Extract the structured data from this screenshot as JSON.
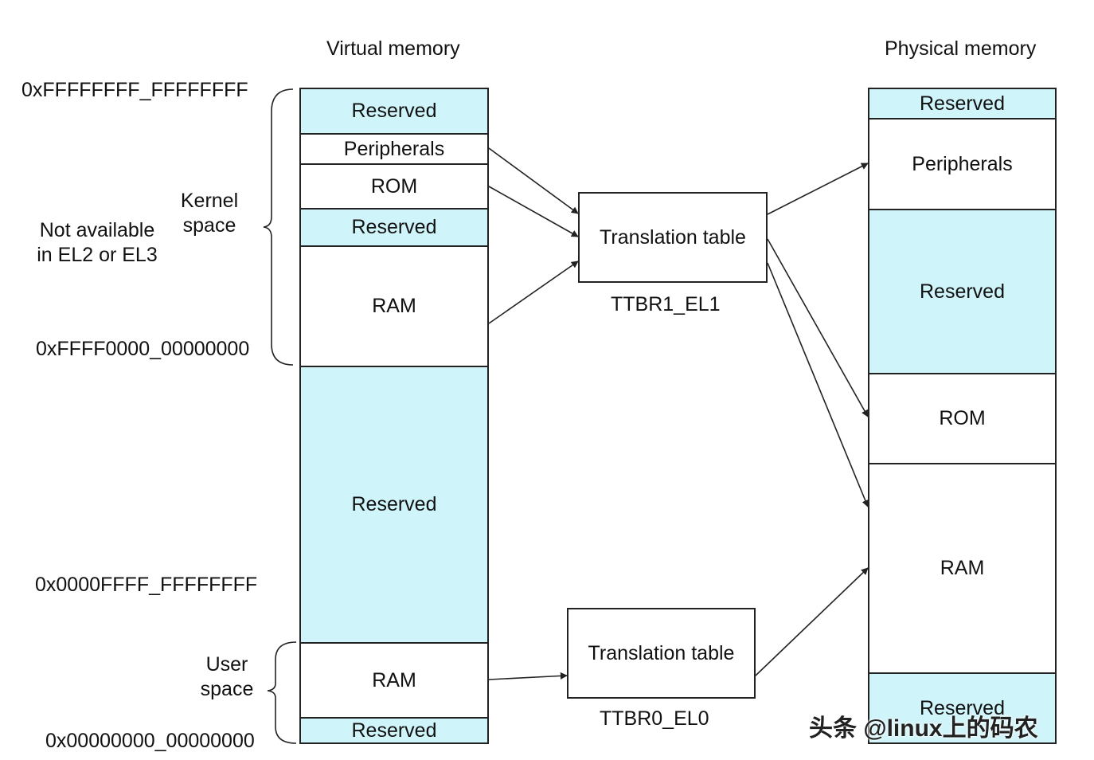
{
  "virtual": {
    "title": "Virtual memory",
    "regions": [
      "Reserved",
      "Peripherals",
      "ROM",
      "Reserved",
      "RAM",
      "Reserved",
      "RAM",
      "Reserved"
    ]
  },
  "physical": {
    "title": "Physical memory",
    "regions": [
      "Reserved",
      "Peripherals",
      "Reserved",
      "ROM",
      "RAM",
      "Reserved"
    ]
  },
  "addresses": {
    "top": "0xFFFFFFFF_FFFFFFFF",
    "kernel_base": "0xFFFF0000_00000000",
    "user_top": "0x0000FFFF_FFFFFFFF",
    "bottom": "0x00000000_00000000"
  },
  "labels": {
    "kernel_line1": "Kernel",
    "kernel_line2": "space",
    "not_available_line1": "Not available",
    "not_available_line2": "in EL2 or EL3",
    "user_line1": "User",
    "user_line2": "space"
  },
  "tables": {
    "kernel": {
      "label": "Translation table",
      "register": "TTBR1_EL1"
    },
    "user": {
      "label": "Translation table",
      "register": "TTBR0_EL0"
    }
  },
  "watermark": "头条 @linux上的码农",
  "colors": {
    "shaded": "#cff4fa",
    "line": "#222222"
  }
}
